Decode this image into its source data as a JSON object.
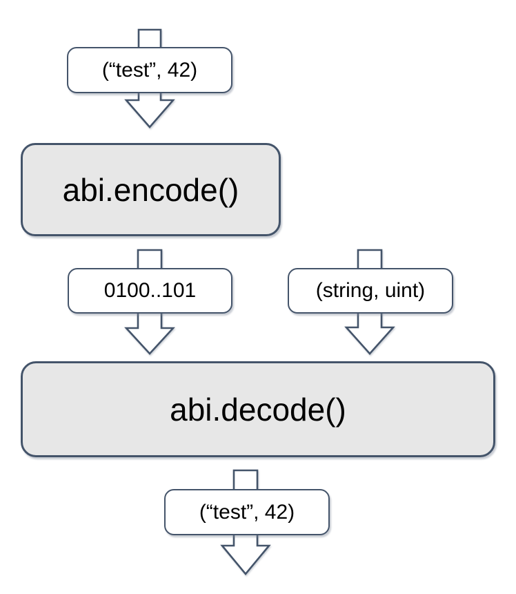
{
  "diagram": {
    "colors": {
      "background": "#ffffff",
      "outline": "#44546A",
      "process_fill": "#e7e7e7",
      "data_fill": "#ffffff",
      "text": "#000000"
    },
    "nodes": {
      "input": {
        "label": "(“test”, 42)",
        "type": "data"
      },
      "encode": {
        "label": "abi.encode()",
        "type": "process"
      },
      "bytes": {
        "label": "0100..101",
        "type": "data"
      },
      "types": {
        "label": "(string, uint)",
        "type": "data"
      },
      "decode": {
        "label": "abi.decode()",
        "type": "process"
      },
      "output": {
        "label": "(“test”, 42)",
        "type": "data"
      }
    },
    "edges": [
      {
        "style": "block-arrow-down",
        "through": "input",
        "to": "encode"
      },
      {
        "style": "block-arrow-down",
        "from": "encode",
        "through": "bytes",
        "to": "decode"
      },
      {
        "style": "block-arrow-down",
        "through": "types",
        "to": "decode"
      },
      {
        "style": "block-arrow-down",
        "from": "decode",
        "through": "output",
        "to": "out"
      }
    ]
  }
}
